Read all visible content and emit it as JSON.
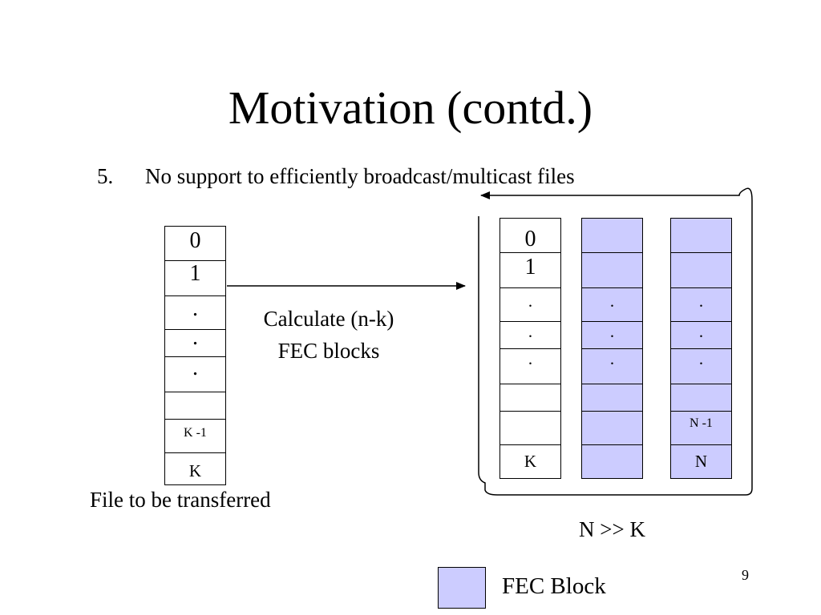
{
  "slide": {
    "title": "Motivation (contd.)",
    "bullet_number": "5.",
    "bullet_text": "No support to efficiently broadcast/multicast files",
    "page_number": "9"
  },
  "file_column": {
    "caption": "File to be transferred",
    "cells": [
      "0",
      "1",
      ".",
      ".",
      ".",
      "",
      "K -1",
      "K"
    ]
  },
  "process_label": {
    "line1": "Calculate (n-k)",
    "line2": "FEC blocks"
  },
  "output": {
    "data_column": [
      "0",
      "1",
      ".",
      ".",
      ".",
      "",
      "",
      "K"
    ],
    "fec_column_1": [
      "",
      "",
      ".",
      ".",
      ".",
      "",
      "",
      ""
    ],
    "fec_column_2": [
      "",
      "",
      ".",
      ".",
      ".",
      "",
      "N -1",
      "N"
    ],
    "relation": "N >> K"
  },
  "legend": {
    "label": "FEC Block",
    "fec_color": "#ccccff"
  }
}
